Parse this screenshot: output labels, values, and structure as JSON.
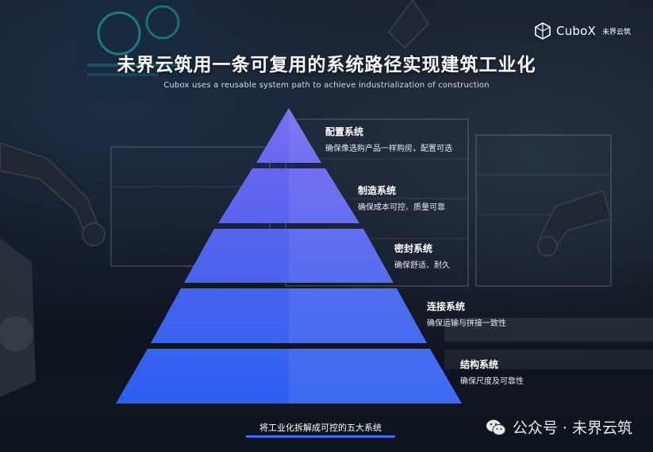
{
  "header": {
    "brand": "CuboX",
    "brand_cn": "未界云筑",
    "title": "未界云筑用一条可复用的系统路径实现建筑工业化",
    "subtitle": "Cubox uses a reusable system path to achieve industrialization of construction"
  },
  "pyramid": {
    "levels": [
      {
        "title": "配置系统",
        "desc": "确保像选购产品一样购房，配置可选"
      },
      {
        "title": "制造系统",
        "desc": "确保成本可控、质量可靠"
      },
      {
        "title": "密封系统",
        "desc": "确保舒适、耐久"
      },
      {
        "title": "连接系统",
        "desc": "确保运输与拼接一致性"
      },
      {
        "title": "结构系统",
        "desc": "确保尺度及可靠性"
      }
    ],
    "colors": [
      "#7a6cf0",
      "#5f68f0",
      "#4f66ef",
      "#3d63ee",
      "#2f5ff0"
    ]
  },
  "footer": {
    "caption": "将工业化拆解成可控的五大系统",
    "watermark": "公众号 · 未界云筑",
    "accent": "#3f6cff"
  }
}
